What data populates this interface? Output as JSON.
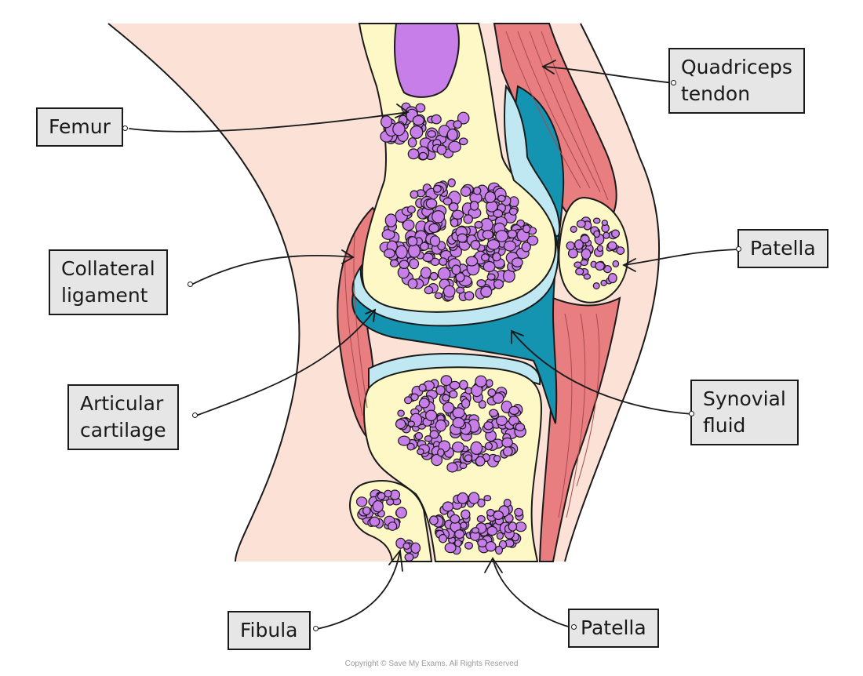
{
  "labels": {
    "femur": [
      "Femur"
    ],
    "quadriceps_tendon": [
      "Quadriceps",
      "tendon"
    ],
    "collateral_ligament": [
      "Collateral",
      "ligament"
    ],
    "patella_upper": [
      "Patella"
    ],
    "articular_cartilage": [
      "Articular",
      "cartilage"
    ],
    "synovial_fluid": [
      "Synovial",
      "fluid"
    ],
    "fibula": [
      "Fibula"
    ],
    "patella_lower": [
      "Patella"
    ]
  },
  "copyright": "Copyright © Save My Exams. All Rights Reserved",
  "colors": {
    "skin": "#fbe1d6",
    "bone": "#fdf8c6",
    "marrow": "#c77ee8",
    "cartilage": "#bfe8f3",
    "synovial": "#1494b0",
    "muscle": "#e97e80",
    "label_fill": "#e6e6e6",
    "outline": "#1a1a1a"
  }
}
